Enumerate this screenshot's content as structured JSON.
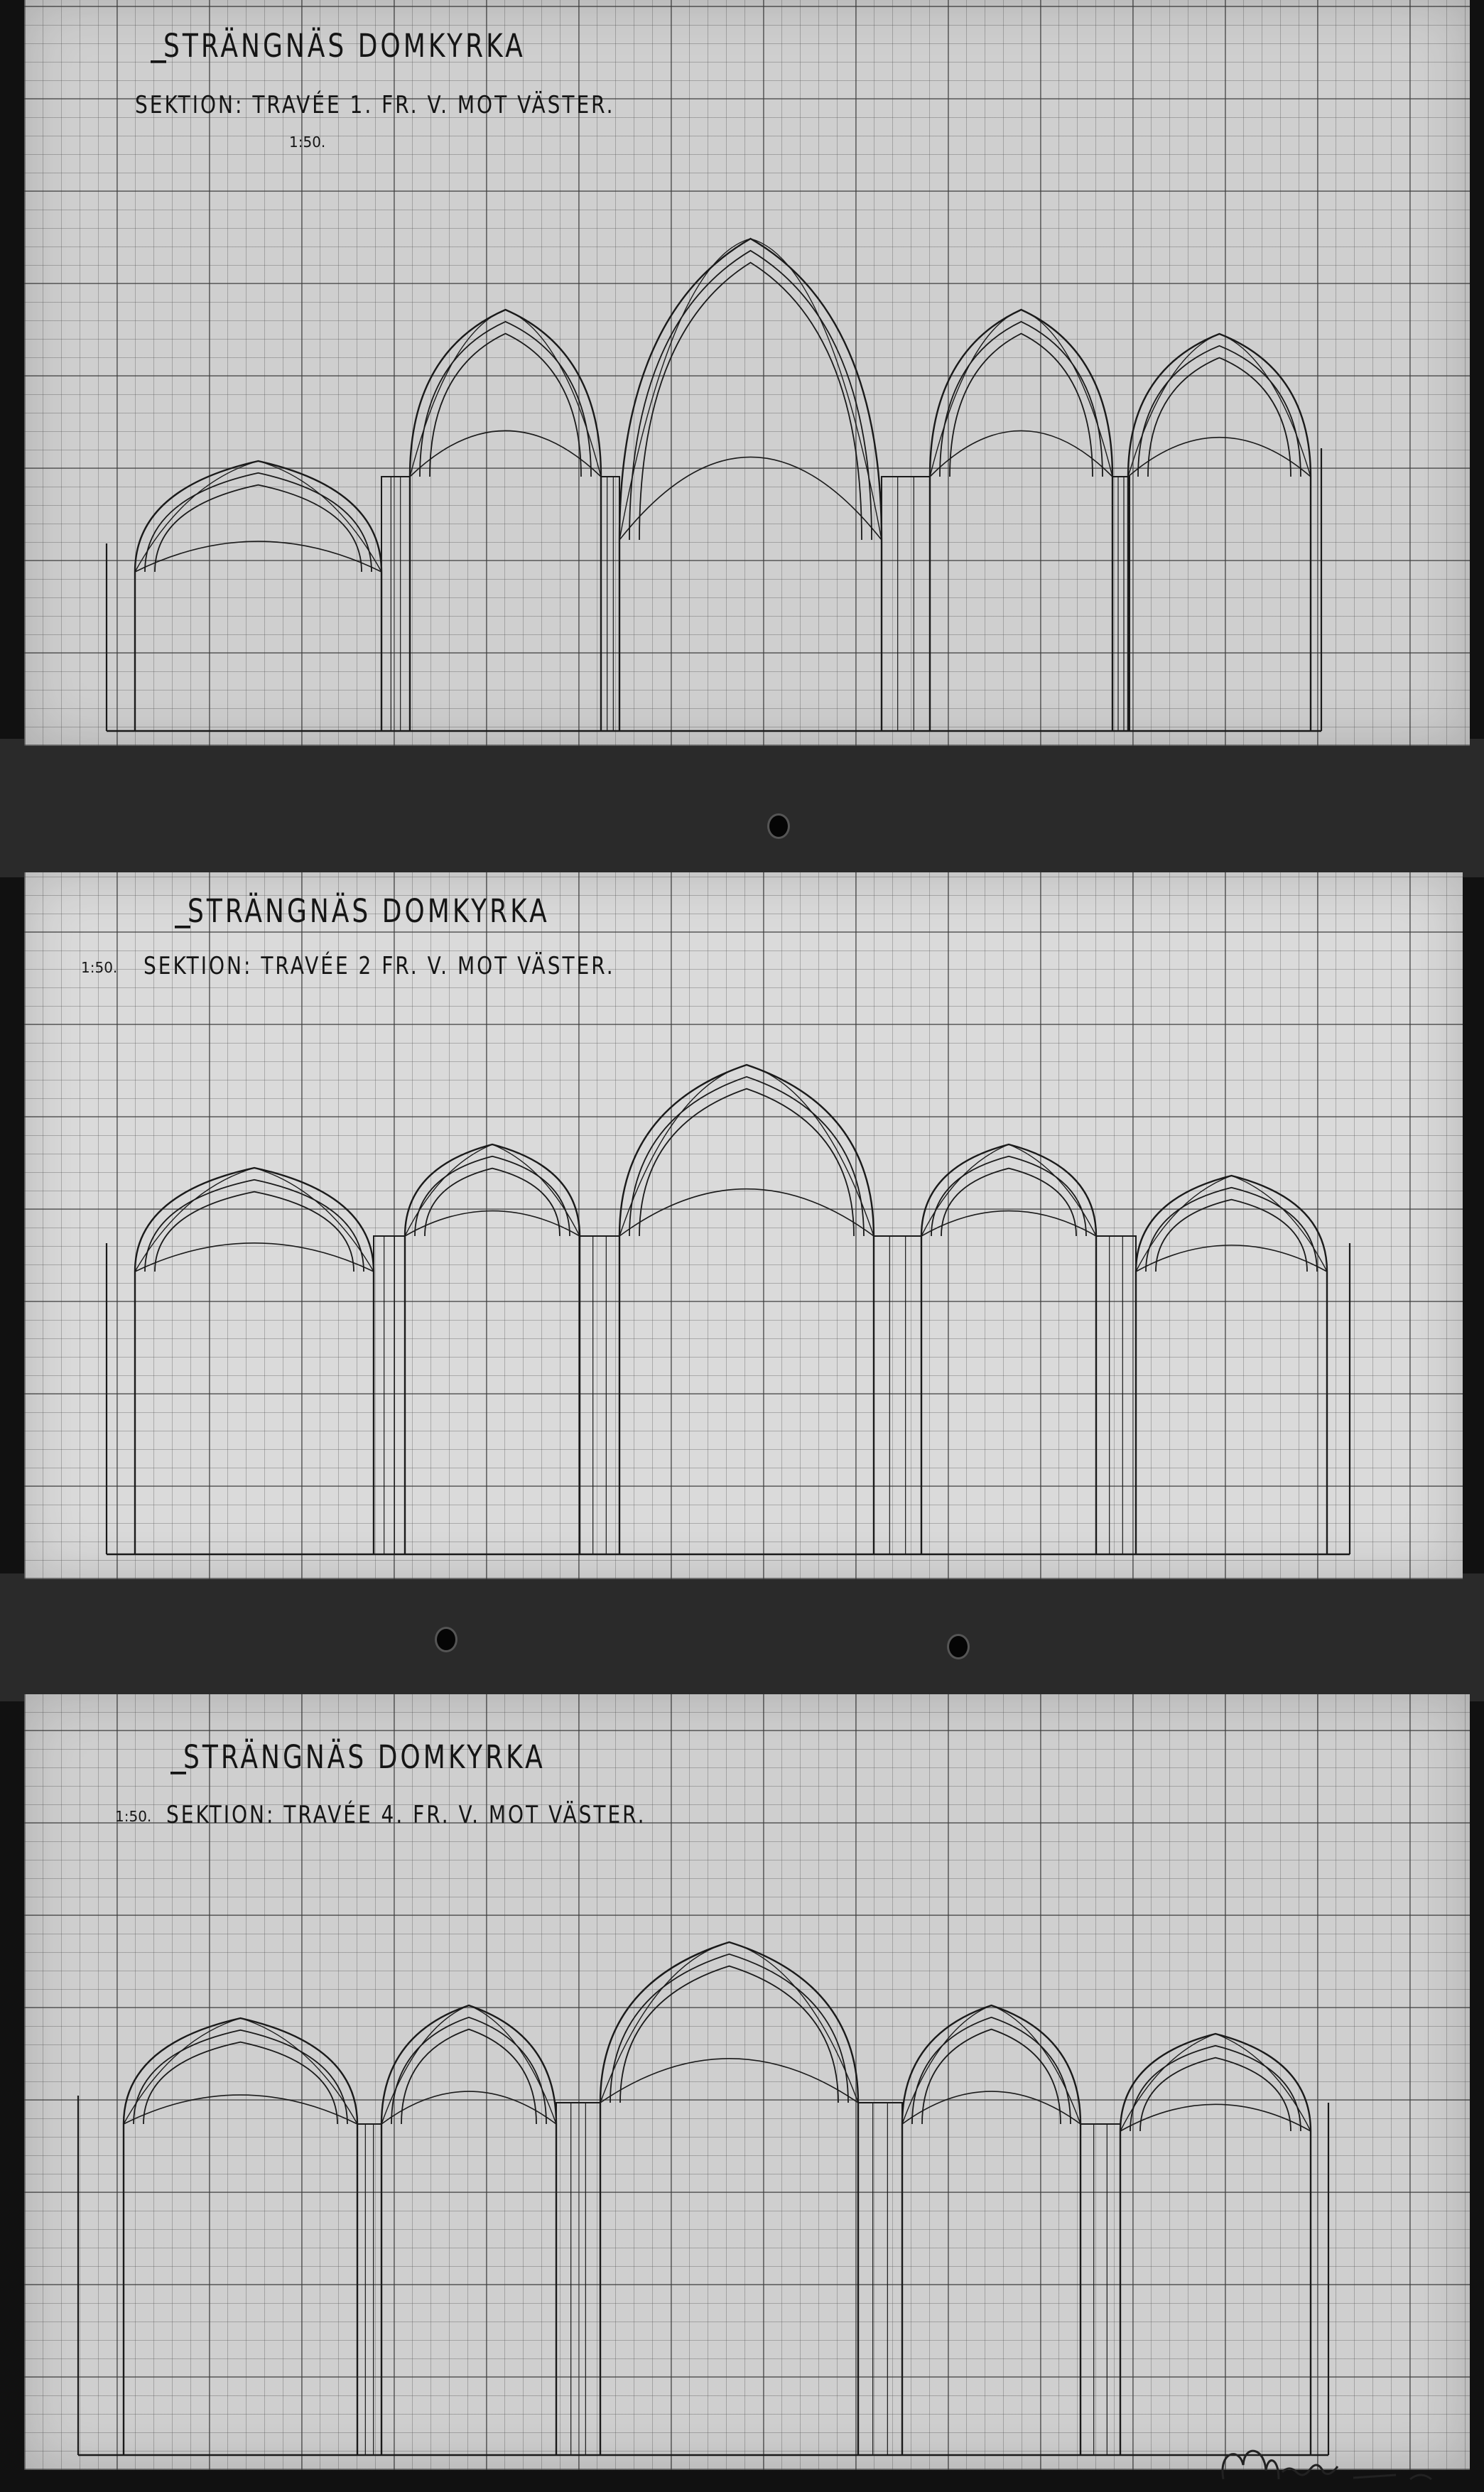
{
  "sheets": [
    {
      "title": "STRÄNGNÄS DOMKYRKA",
      "section": "SEKTION: TRAVÉE 1. FR. V.  MOT VÄSTER.",
      "scale": "1:50."
    },
    {
      "title": "STRÄNGNÄS DOMKYRKA",
      "section": "SEKTION: TRAVÉE 2 FR. V.  MOT VÄSTER.",
      "scale": "1:50."
    },
    {
      "title": "STRÄNGNÄS DOMKYRKA",
      "section": "SEKTION: TRAVÉE 4. FR. V. MOT VÄSTER.",
      "scale": "1:50."
    }
  ],
  "colors": {
    "paper": "#cfcfcf",
    "ink": "#151515",
    "mount": "#2a2a2a",
    "background": "#111111"
  }
}
